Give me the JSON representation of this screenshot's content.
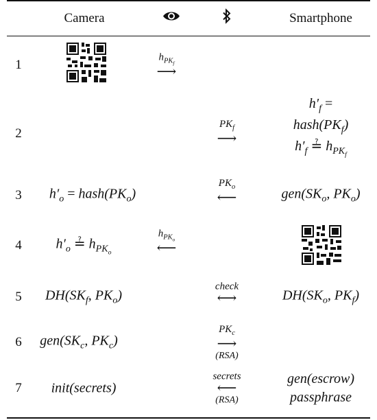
{
  "header": {
    "camera": "Camera",
    "eye_icon": "eye-icon",
    "bluetooth_icon": "bluetooth-icon",
    "smartphone": "Smartphone"
  },
  "rows": [
    {
      "num": "1",
      "camera": "",
      "qr_camera": true,
      "eye_label": "h_{PK_f}",
      "eye_dir": "→",
      "bt_label": "",
      "bt_dir": "",
      "phone": ""
    },
    {
      "num": "2",
      "camera": "",
      "bt_label": "PK_f",
      "bt_dir": "→",
      "phone_lines": [
        "h′_f = hash(PK_f)",
        "h′_f ≟ h_{PK_f}"
      ]
    },
    {
      "num": "3",
      "camera": "h′_o = hash(PK_o)",
      "bt_label": "PK_o",
      "bt_dir": "←",
      "phone": "gen(SK_o, PK_o)"
    },
    {
      "num": "4",
      "camera": "h′_o ≟ h_{PK_o}",
      "eye_label": "h_{PK_o}",
      "eye_dir": "←",
      "qr_phone": true
    },
    {
      "num": "5",
      "camera": "DH(SK_f, PK_o)",
      "bt_label": "check",
      "bt_dir": "↔",
      "phone": "DH(SK_o, PK_f)"
    },
    {
      "num": "6",
      "camera": "gen(SK_c, PK_c)",
      "bt_label": "PK_c",
      "bt_dir": "→",
      "bt_sub": "(RSA)"
    },
    {
      "num": "7",
      "camera": "init(secrets)",
      "bt_label": "secrets",
      "bt_dir": "←",
      "bt_sub": "(RSA)",
      "phone_lines": [
        "gen(escrow)",
        "passphrase"
      ]
    }
  ],
  "accent": "#111111"
}
